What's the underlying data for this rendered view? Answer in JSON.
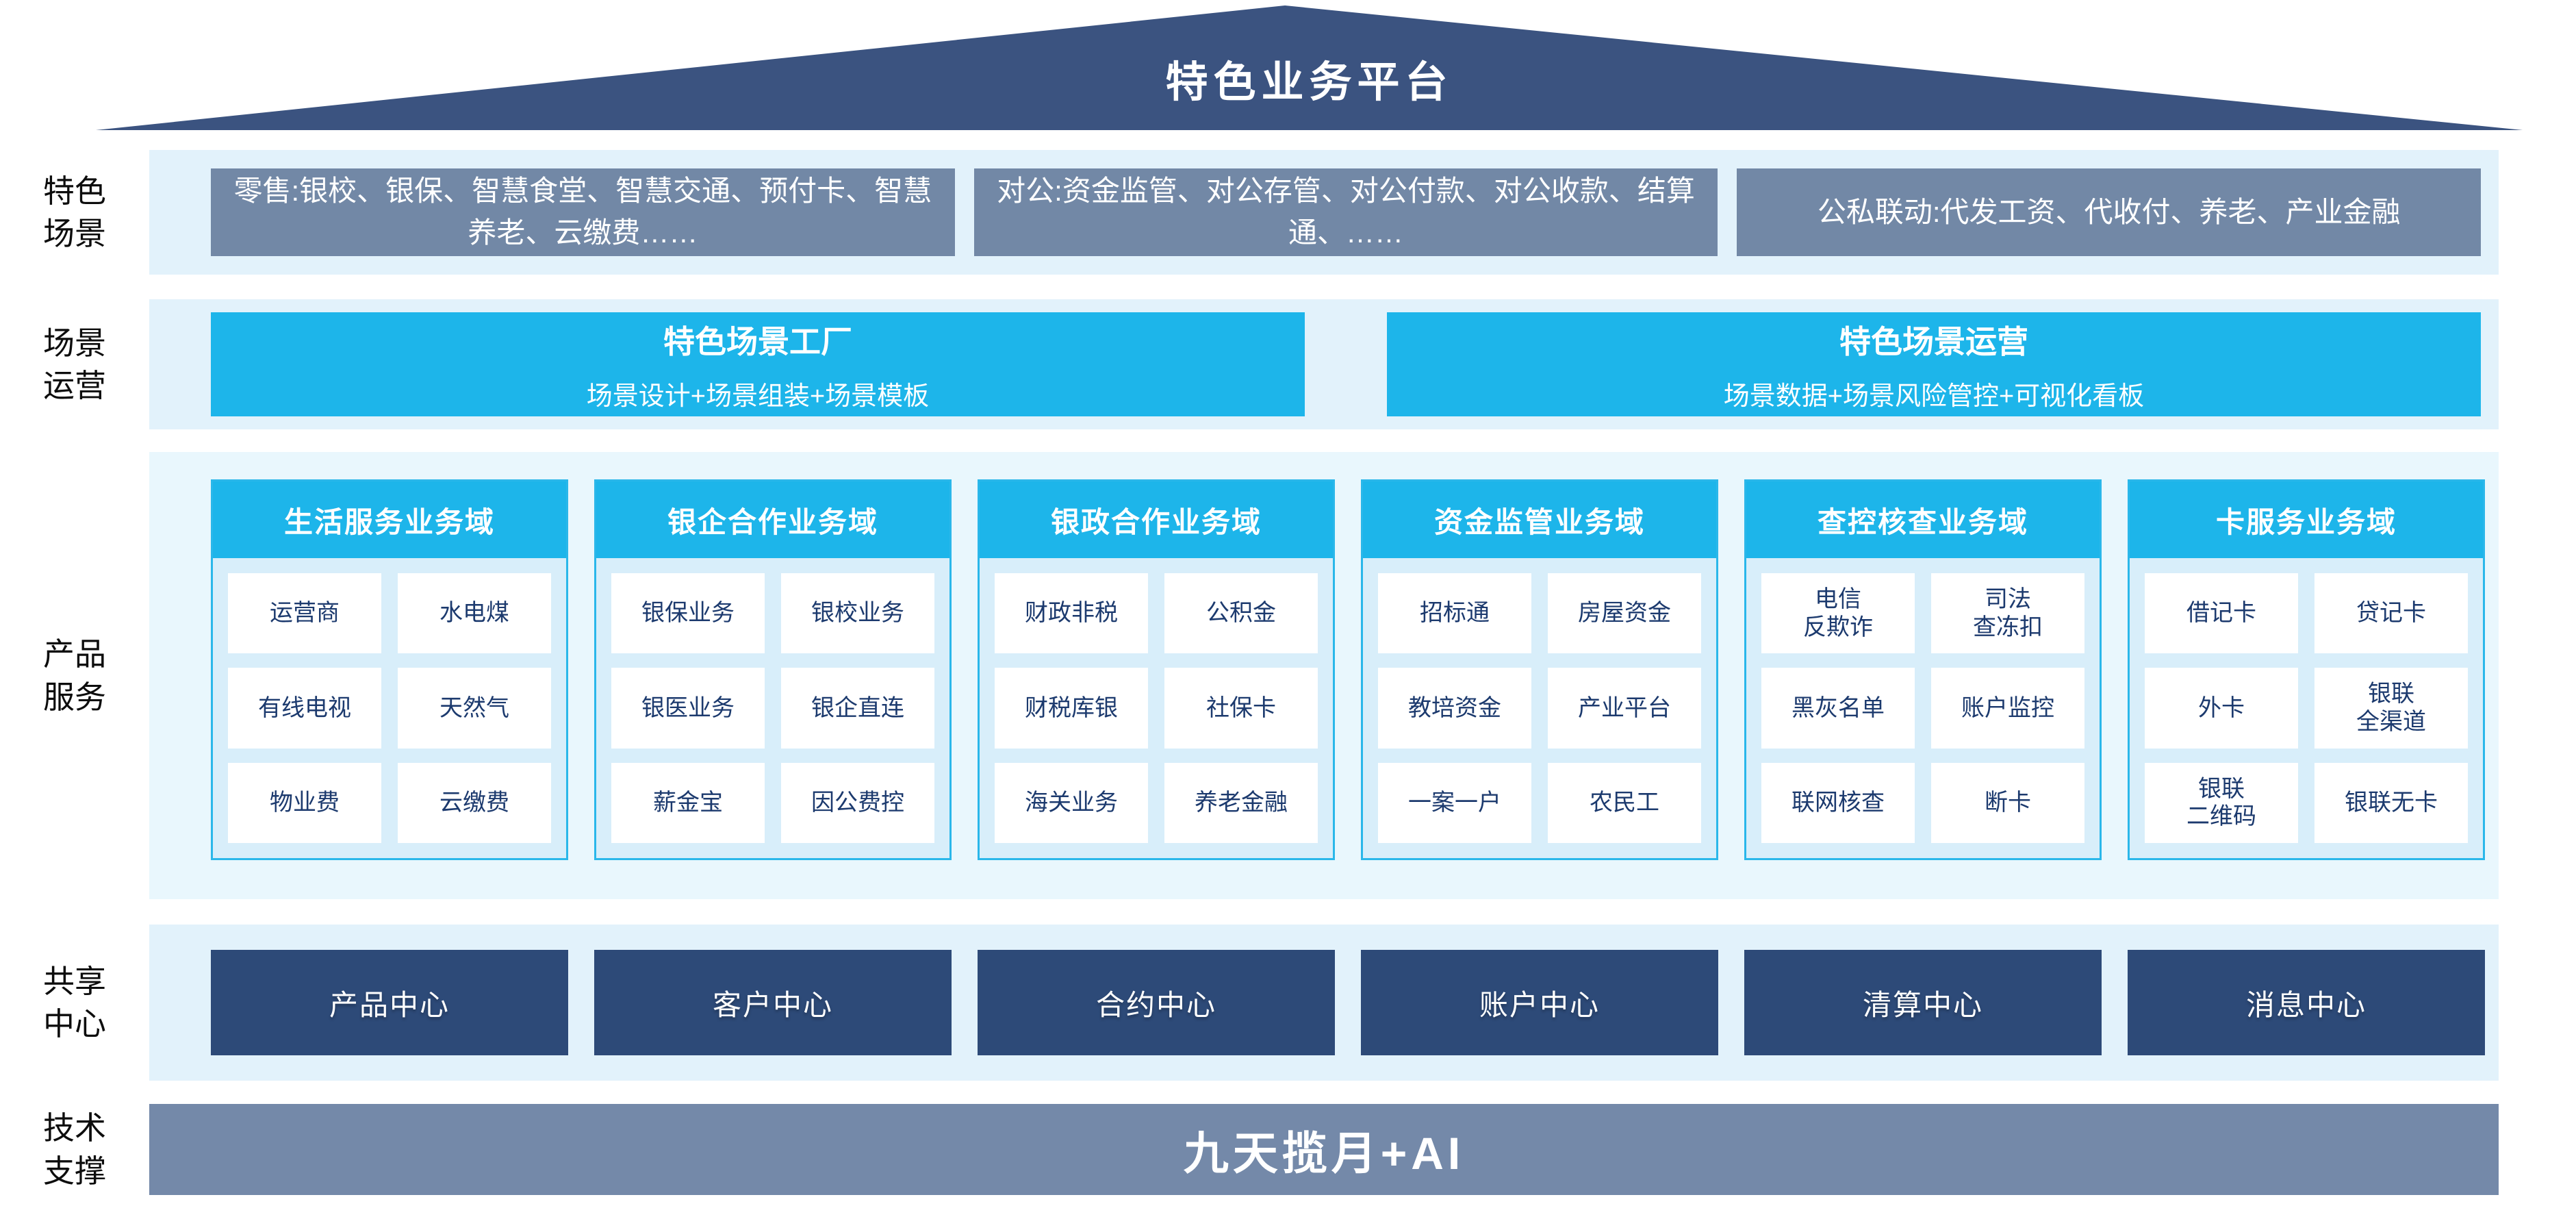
{
  "roof": {
    "title": "特色业务平台"
  },
  "colors": {
    "roof_navy": "#3B5380",
    "cyan": "#1DB5EA",
    "scene_slate": "#7288A6",
    "center_navy": "#2D4A78",
    "tech_slate": "#7489A9",
    "band_bg": "#E2F2FB",
    "product_band_bg": "#E9F7FD",
    "column_body_bg": "#D8EEFA",
    "cell_text_navy": "#1C3A6E"
  },
  "layers": {
    "scenes": {
      "label": "特色\n场景",
      "boxes": [
        "零售:银校、银保、智慧食堂、智慧交通、预付卡、智慧养老、云缴费……",
        "对公:资金监管、对公存管、对公付款、对公收款、结算通、……",
        "公私联动:代发工资、代收付、养老、产业金融"
      ]
    },
    "operations": {
      "label": "场景\n运营",
      "factory": {
        "title": "特色场景工厂",
        "subtitle": "场景设计+场景组装+场景模板"
      },
      "operation": {
        "title": "特色场景运营",
        "subtitle": "场景数据+场景风险管控+可视化看板"
      }
    },
    "products": {
      "label": "产品\n服务",
      "columns": [
        {
          "header": "生活服务业务域",
          "cells": [
            "运营商",
            "水电煤",
            "有线电视",
            "天然气",
            "物业费",
            "云缴费"
          ]
        },
        {
          "header": "银企合作业务域",
          "cells": [
            "银保业务",
            "银校业务",
            "银医业务",
            "银企直连",
            "薪金宝",
            "因公费控"
          ]
        },
        {
          "header": "银政合作业务域",
          "cells": [
            "财政非税",
            "公积金",
            "财税库银",
            "社保卡",
            "海关业务",
            "养老金融"
          ]
        },
        {
          "header": "资金监管业务域",
          "cells": [
            "招标通",
            "房屋资金",
            "教培资金",
            "产业平台",
            "一案一户",
            "农民工"
          ]
        },
        {
          "header": "查控核查业务域",
          "cells": [
            "电信\n反欺诈",
            "司法\n查冻扣",
            "黑灰名单",
            "账户监控",
            "联网核查",
            "断卡"
          ]
        },
        {
          "header": "卡服务业务域",
          "cells": [
            "借记卡",
            "贷记卡",
            "外卡",
            "银联\n全渠道",
            "银联\n二维码",
            "银联无卡"
          ]
        }
      ]
    },
    "centers": {
      "label": "共享\n中心",
      "boxes": [
        "产品中心",
        "客户中心",
        "合约中心",
        "账户中心",
        "清算中心",
        "消息中心"
      ]
    },
    "tech": {
      "label": "技术\n支撑",
      "bar": "九天揽月+AI"
    }
  }
}
